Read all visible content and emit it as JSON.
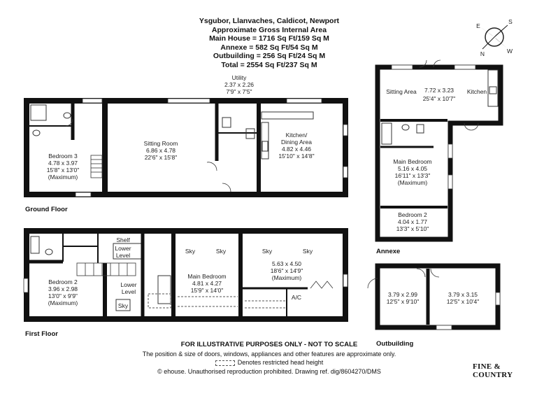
{
  "header": {
    "address": "Ysgubor, Llanvaches, Caldicot, Newport",
    "gia_title": "Approximate Gross Internal Area",
    "main_house": "Main House = 1716 Sq Ft/159 Sq M",
    "annexe": "Annexe = 582 Sq Ft/54 Sq M",
    "outbuilding": "Outbuilding = 256 Sq Ft/24 Sq M",
    "total": "Total = 2554 Sq Ft/237 Sq M"
  },
  "compass": {
    "n": "N",
    "s": "S",
    "e": "E",
    "w": "W"
  },
  "floors": {
    "ground": "Ground Floor",
    "first": "First Floor",
    "annexe": "Annexe",
    "outbuilding": "Outbuilding"
  },
  "ground_rooms": {
    "utility": {
      "name": "Utility",
      "metric": "2.37 x 2.26",
      "imperial": "7'9\" x 7'5\""
    },
    "bedroom3": {
      "name": "Bedroom 3",
      "metric": "4.78 x 3.97",
      "imperial": "15'8\" x 13'0\"",
      "note": "(Maximum)"
    },
    "sitting": {
      "name": "Sitting Room",
      "metric": "6.86 x 4.78",
      "imperial": "22'6\" x 15'8\""
    },
    "kitchen": {
      "name1": "Kitchen/",
      "name2": "Dining Area",
      "metric": "4.82 x 4.46",
      "imperial": "15'10\" x 14'8\""
    }
  },
  "first_rooms": {
    "shelf": "Shelf",
    "lower_level_1": {
      "a": "Lower",
      "b": "Level"
    },
    "lower_level_2": {
      "a": "Lower",
      "b": "Level"
    },
    "sky": "Sky",
    "bedroom2": {
      "name": "Bedroom 2",
      "metric": "3.96 x 2.98",
      "imperial": "13'0\" x 9'9\"",
      "note": "(Maximum)"
    },
    "main_bedroom": {
      "name": "Main Bedroom",
      "metric": "4.81 x 4.27",
      "imperial": "15'9\" x 14'0\""
    },
    "right_room": {
      "metric": "5.63 x 4.50",
      "imperial": "18'6\" x 14'9\"",
      "note": "(Maximum)"
    },
    "ac": "A/C"
  },
  "annexe_rooms": {
    "sitting": "Sitting Area",
    "kitchen": "Kitchen",
    "dims": {
      "metric": "7.72 x 3.23",
      "imperial": "25'4\" x 10'7\""
    },
    "main_bedroom": {
      "name": "Main Bedroom",
      "metric": "5.16 x 4.05",
      "imperial": "16'11\" x 13'3\"",
      "note": "(Maximum)"
    },
    "bedroom2": {
      "name": "Bedroom 2",
      "metric": "4.04 x 1.77",
      "imperial": "13'3\" x 5'10\""
    }
  },
  "outbuilding_rooms": {
    "left": {
      "metric": "3.79 x 2.99",
      "imperial": "12'5\" x 9'10\""
    },
    "right": {
      "metric": "3.79 x 3.15",
      "imperial": "12'5\" x 10'4\""
    }
  },
  "footer": {
    "illustrative": "FOR ILLUSTRATIVE PURPOSES ONLY - NOT TO SCALE",
    "position": "The position & size of doors, windows, appliances and other features are approximate only.",
    "legend": "Denotes restricted head height",
    "copyright": "© ehouse. Unauthorised reproduction prohibited. Drawing ref. dig/8604270/DMS"
  },
  "logo": "FINE & COUNTRY"
}
